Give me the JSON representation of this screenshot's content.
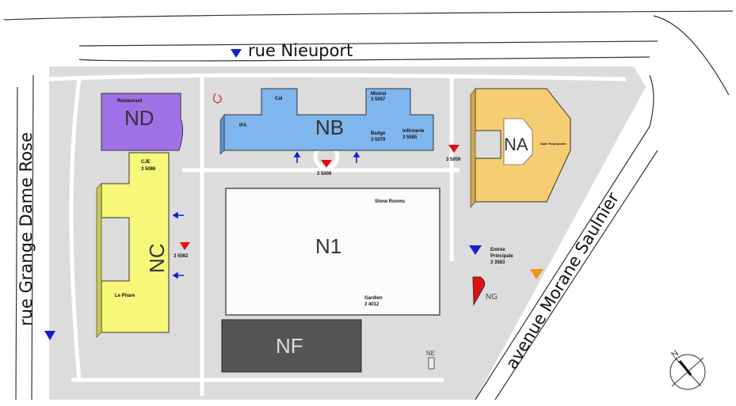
{
  "streets": {
    "north": "rue Nieuport",
    "west": "rue Grange Dame Rose",
    "east": "avenue Morane Saulnier"
  },
  "buildings": {
    "ND": {
      "name": "ND",
      "label": "Restaurant",
      "color": "#a070e6"
    },
    "NC": {
      "name": "NC",
      "labels": [
        "CJE",
        "3 5086",
        "Le Phare"
      ],
      "color": "#f7f77a"
    },
    "NB": {
      "name": "NB",
      "labels": [
        "Cal",
        "IFA",
        "Mistral",
        "3 5057",
        "Badge",
        "3 5079",
        "Infirmerie",
        "3 5585"
      ],
      "color": "#80b6ee"
    },
    "NA": {
      "name": "NA",
      "label": "Salle Polyvalente",
      "color": "#f6cd72"
    },
    "N1": {
      "name": "N1",
      "labels": [
        "Show Rooms",
        "Gardien",
        "3 4012"
      ]
    },
    "NF": {
      "name": "NF",
      "color": "#555555"
    },
    "NG": {
      "name": "NG",
      "color": "#e01010"
    },
    "NE": {
      "name": "NE"
    }
  },
  "markers": {
    "nb_south": "3 5009",
    "na_west": "3 5059",
    "nc_east": "3 5082",
    "entrance": [
      "Entrée",
      "Principale",
      "3 3583"
    ]
  },
  "compass": {
    "label": "N"
  },
  "colors": {
    "marker_red": "#e01010",
    "marker_blue": "#1020d0",
    "marker_orange": "#f39020",
    "site_gray": "#d9d9d9"
  }
}
